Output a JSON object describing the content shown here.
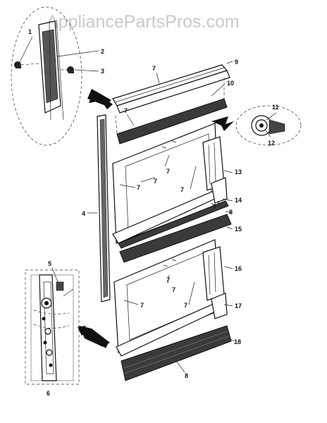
{
  "watermark": "AppliancePartsPros.com",
  "callouts": [
    "1",
    "2",
    "3",
    "4",
    "5",
    "6",
    "7",
    "8",
    "9",
    "10",
    "11",
    "12",
    "13",
    "14",
    "15",
    "16",
    "17",
    "18"
  ],
  "repeat_labels": {
    "seven": "7",
    "eight": "8"
  }
}
